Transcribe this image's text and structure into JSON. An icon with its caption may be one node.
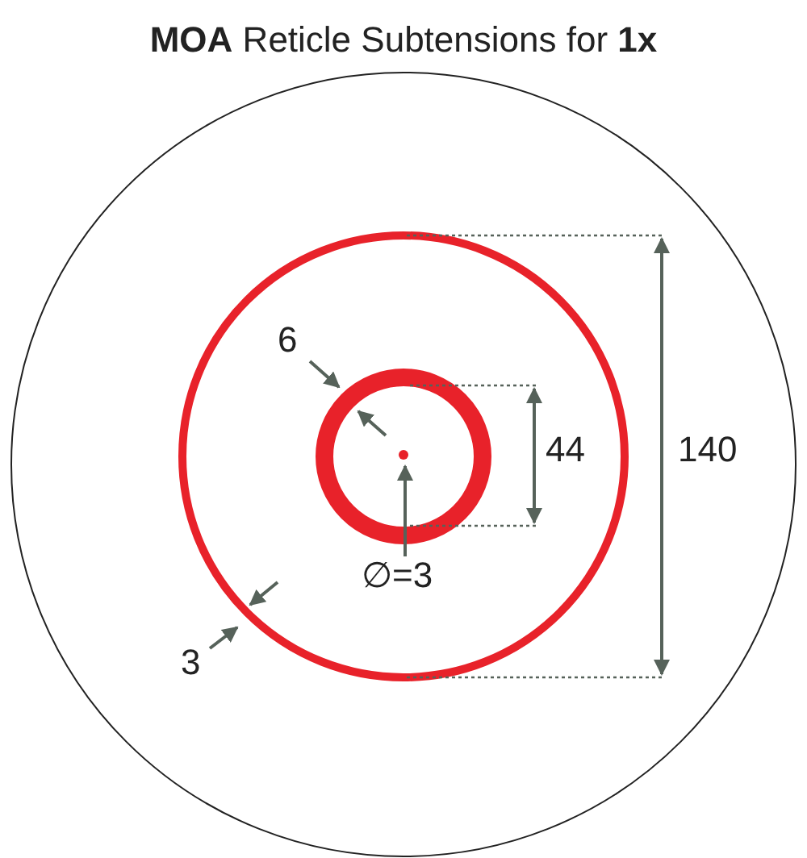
{
  "diagram": {
    "title": "**MOA** Reticle Subtensions for **1x**",
    "labels": [
      "6",
      "44",
      "140",
      "∅=3",
      "3"
    ]
  }
}
